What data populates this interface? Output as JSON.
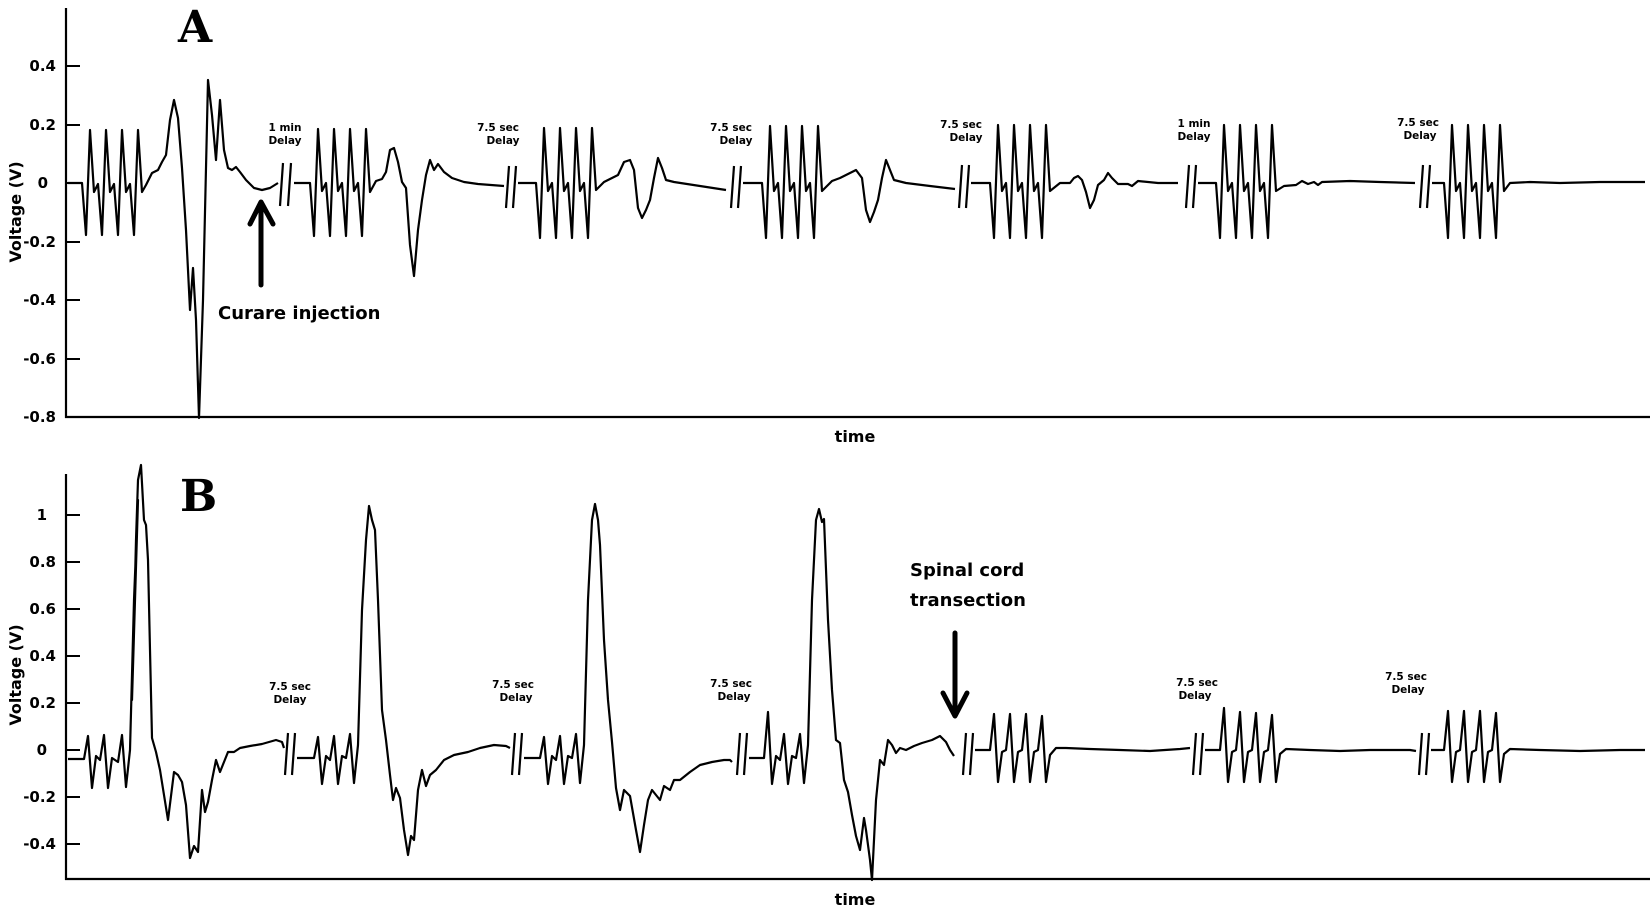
{
  "chart_data": [
    {
      "type": "line",
      "panel": "A",
      "xlabel": "time",
      "ylabel": "Voltage (V)",
      "ylim": [
        -0.8,
        0.55
      ],
      "yticks": [
        0.4,
        0.2,
        0,
        -0.2,
        -0.4,
        -0.6,
        -0.8
      ],
      "ytick_labels": [
        "0.4",
        "0.2",
        "0",
        "-0.2",
        "-0.4",
        "-0.6",
        "-0.8"
      ],
      "grid": false,
      "annotations": [
        {
          "text": "Curare injection",
          "type": "arrow-up"
        }
      ],
      "breaks": [
        {
          "label": "1 min Delay"
        },
        {
          "label": "7.5 sec Delay"
        },
        {
          "label": "7.5 sec Delay"
        },
        {
          "label": "7.5 sec Delay"
        },
        {
          "label": "1 min Delay"
        },
        {
          "label": "7.5 sec Delay"
        }
      ],
      "segments": [
        {
          "description": "4 stimulus pulses (±0.18 V) followed by large response",
          "peak_max": 0.35,
          "peak_min": -0.8
        },
        {
          "description": "4 stimulus pulses followed by response",
          "peak_max": 0.12,
          "peak_min": -0.31
        },
        {
          "description": "4 stimulus pulses followed by response",
          "peak_max": 0.09,
          "peak_min": -0.12
        },
        {
          "description": "4 stimulus pulses followed by response",
          "peak_max": 0.09,
          "peak_min": -0.13
        },
        {
          "description": "4 stimulus pulses followed by small response",
          "peak_max": 0.04,
          "peak_min": -0.09
        },
        {
          "description": "4 stimulus pulses, no response",
          "peak_max": 0.01,
          "peak_min": -0.01
        },
        {
          "description": "4 stimulus pulses, no response",
          "peak_max": 0.0,
          "peak_min": 0.0
        }
      ]
    },
    {
      "type": "line",
      "panel": "B",
      "xlabel": "time",
      "ylabel": "Voltage (V)",
      "ylim": [
        -0.55,
        1.2
      ],
      "yticks": [
        1,
        0.8,
        0.6,
        0.4,
        0.2,
        0,
        -0.2,
        -0.4
      ],
      "ytick_labels": [
        "1",
        "0.8",
        "0.6",
        "0.4",
        "0.2",
        "0",
        "-0.2",
        "-0.4"
      ],
      "grid": false,
      "annotations": [
        {
          "text": "Spinal cord transection",
          "type": "arrow-down"
        }
      ],
      "breaks": [
        {
          "label": "7.5 sec Delay"
        },
        {
          "label": "7.5 sec Delay"
        },
        {
          "label": "7.5 sec Delay"
        },
        {
          "label": "7.5 sec Delay"
        },
        {
          "label": "7.5 sec Delay"
        }
      ],
      "segments": [
        {
          "description": "4 stimulus pulses then large reflex response",
          "peak_max": 1.18,
          "peak_min": -0.42
        },
        {
          "description": "4 stimulus pulses then large reflex response",
          "peak_max": 1.04,
          "peak_min": -0.48
        },
        {
          "description": "4 stimulus pulses then large reflex response",
          "peak_max": 1.05,
          "peak_min": -0.35
        },
        {
          "description": "4 stimulus pulses then large reflex response",
          "peak_max": 0.97,
          "peak_min": -0.54
        },
        {
          "description": "4 stimulus pulses after transection, no reflex",
          "peak_max": 0.16,
          "peak_min": -0.13
        },
        {
          "description": "4 stimulus pulses, no reflex",
          "peak_max": 0.18,
          "peak_min": -0.13
        },
        {
          "description": "4 stimulus pulses, no reflex",
          "peak_max": 0.17,
          "peak_min": -0.13
        }
      ]
    }
  ],
  "panelA": {
    "letter": "A",
    "ylabel": "Voltage (V)",
    "xlabel": "time",
    "ticks": [
      "0.4",
      "0.2",
      "0",
      "-0.2",
      "-0.4",
      "-0.6",
      "-0.8"
    ],
    "delays": [
      {
        "l1": "1 min",
        "l2": "Delay"
      },
      {
        "l1": "7.5 sec",
        "l2": "Delay"
      },
      {
        "l1": "7.5 sec",
        "l2": "Delay"
      },
      {
        "l1": "7.5 sec",
        "l2": "Delay"
      },
      {
        "l1": "1 min",
        "l2": "Delay"
      },
      {
        "l1": "7.5 sec",
        "l2": "Delay"
      }
    ],
    "annotation": "Curare injection"
  },
  "panelB": {
    "letter": "B",
    "ylabel": "Voltage (V)",
    "xlabel": "time",
    "ticks": [
      "1",
      "0.8",
      "0.6",
      "0.4",
      "0.2",
      "0",
      "-0.2",
      "-0.4"
    ],
    "delays": [
      {
        "l1": "7.5 sec",
        "l2": "Delay"
      },
      {
        "l1": "7.5 sec",
        "l2": "Delay"
      },
      {
        "l1": "7.5 sec",
        "l2": "Delay"
      },
      {
        "l1": "7.5 sec",
        "l2": "Delay"
      },
      {
        "l1": "7.5 sec",
        "l2": "Delay"
      }
    ],
    "annotation_l1": "Spinal cord",
    "annotation_l2": "transection"
  }
}
